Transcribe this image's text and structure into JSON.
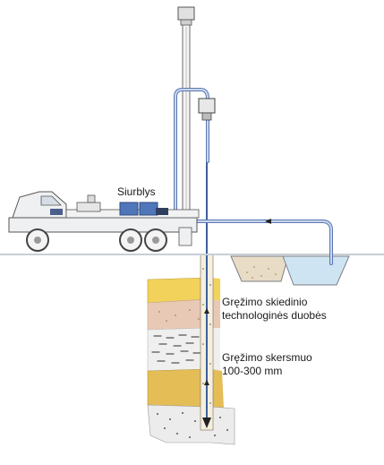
{
  "labels": {
    "pump": "Siurblys",
    "mud_pits_line1": "Gręžimo skiedinio",
    "mud_pits_line2": "technologinės duobės",
    "borehole_line1": "Gręžimo skersmuo",
    "borehole_line2": "100-300 mm"
  },
  "colors": {
    "pipe": "#8fa9d6",
    "pipe_outline": "#5b77b0",
    "truck": "#eef0f2",
    "truck_outline": "#555555",
    "sand_layer": "#f2d25a",
    "clay_layer": "#e8c9b5",
    "gravel_layer": "#e6e6e6",
    "ochre_layer": "#e4bd57",
    "rock_layer": "#ececec",
    "water": "#cfe4f3"
  }
}
